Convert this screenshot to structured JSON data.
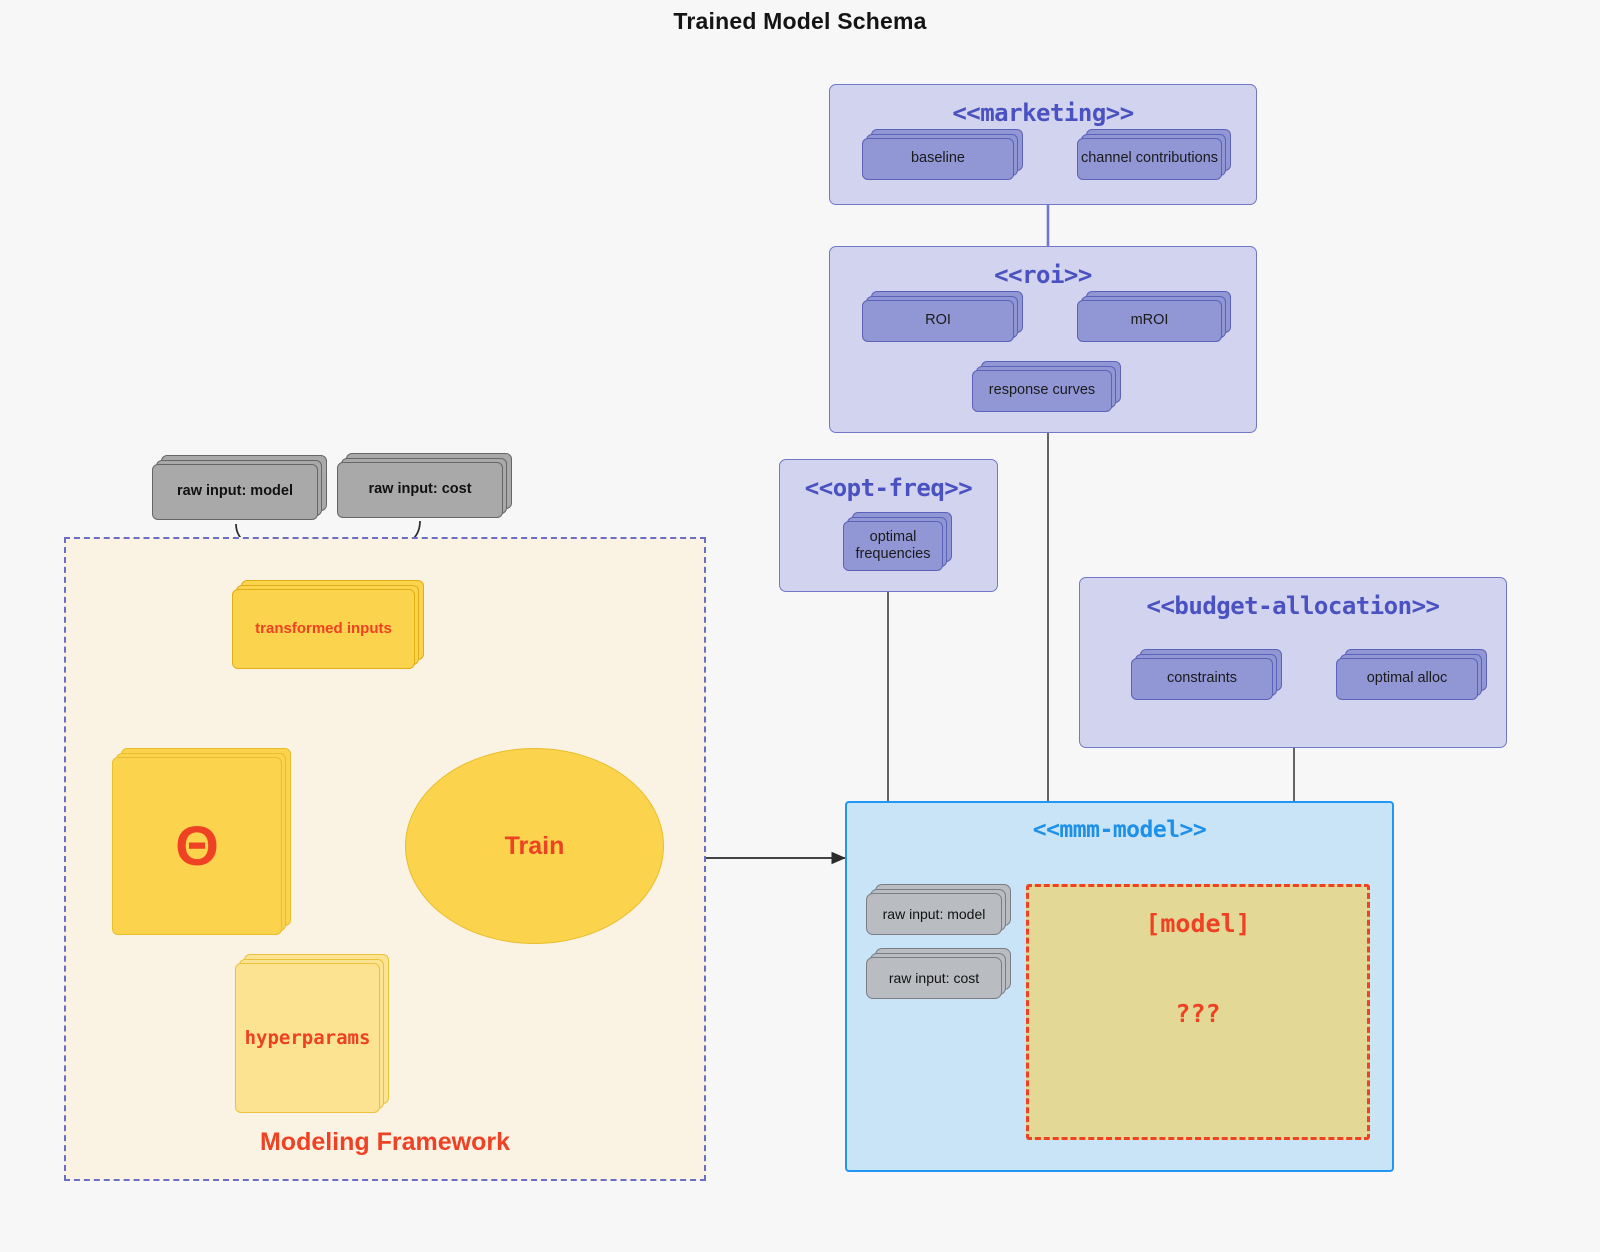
{
  "title": "Trained Model Schema",
  "packages": {
    "marketing": {
      "title": "<<marketing>>",
      "nodes": [
        {
          "label": "baseline"
        },
        {
          "label": "channel contributions"
        }
      ]
    },
    "roi": {
      "title": "<<roi>>",
      "nodes": [
        {
          "label": "ROI"
        },
        {
          "label": "mROI"
        },
        {
          "label": "response curves"
        }
      ]
    },
    "opt_freq": {
      "title": "<<opt-freq>>",
      "nodes": [
        {
          "label": "optimal\nfrequencies"
        }
      ]
    },
    "budget_allocation": {
      "title": "<<budget-allocation>>",
      "nodes": [
        {
          "label": "constraints"
        },
        {
          "label": "optimal alloc"
        }
      ]
    },
    "mmm_model": {
      "title": "<<mmm-model>>",
      "nodes": [
        {
          "label": "raw input: model"
        },
        {
          "label": "raw input: cost"
        }
      ],
      "model_box": {
        "label": "[model]",
        "unknown": "???"
      }
    }
  },
  "framework": {
    "label": "Modeling Framework",
    "raw_inputs": [
      {
        "label": "raw input: model"
      },
      {
        "label": "raw input: cost"
      }
    ],
    "transformed_inputs": "transformed inputs",
    "theta": "Θ",
    "hyperparams": "hyperparams",
    "train": "Train"
  },
  "colors": {
    "background": "#f7f7f7",
    "package_fill": "#d2d3ef",
    "package_border": "#7277c8",
    "package_title": "#4a51c0",
    "node_fill": "#9196d4",
    "node_border": "#5c62b8",
    "mmm_fill": "#c9e3f7",
    "mmm_border": "#2196f3",
    "mmm_title": "#1d90e8",
    "grey_fill": "#a9a9a9",
    "grey_border": "#666666",
    "yellow_fill": "#fbd34d",
    "yellow_border": "#e0ae17",
    "pale_yellow_fill": "#fbe392",
    "pale_yellow_border": "#ecc23c",
    "framework_fill": "#faf3e3",
    "framework_border": "#6b6fc4",
    "accent_red": "#ef4123",
    "model_box_fill": "#e3d896",
    "connector": "#3a3a3a"
  }
}
